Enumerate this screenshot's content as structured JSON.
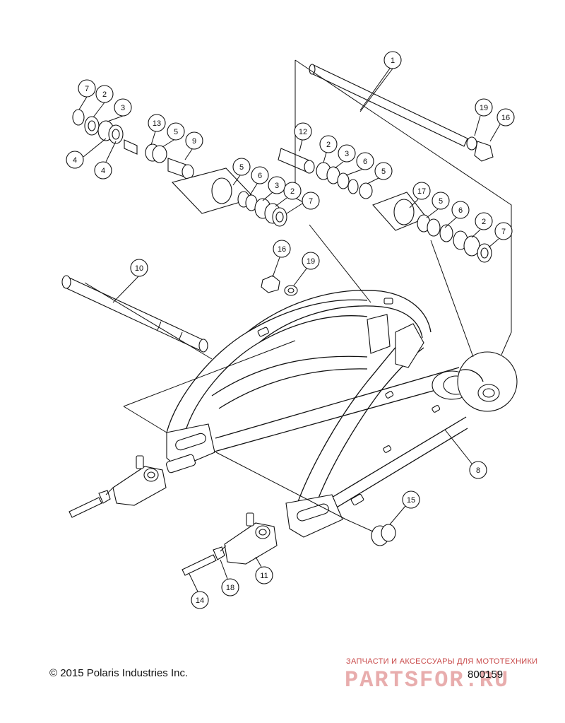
{
  "diagram": {
    "callouts": [
      "1",
      "2",
      "3",
      "4",
      "5",
      "6",
      "7",
      "8",
      "9",
      "10",
      "11",
      "12",
      "13",
      "14",
      "15",
      "16",
      "17",
      "18",
      "19"
    ]
  },
  "footer": {
    "copyright": "© 2015 Polaris Industries Inc.",
    "reference": "800159"
  },
  "watermark": {
    "tagline": "ЗАПЧАСТИ И АКСЕССУАРЫ ДЛЯ МОТОТЕХНИКИ",
    "logo": "PARTSFOR.RU"
  }
}
